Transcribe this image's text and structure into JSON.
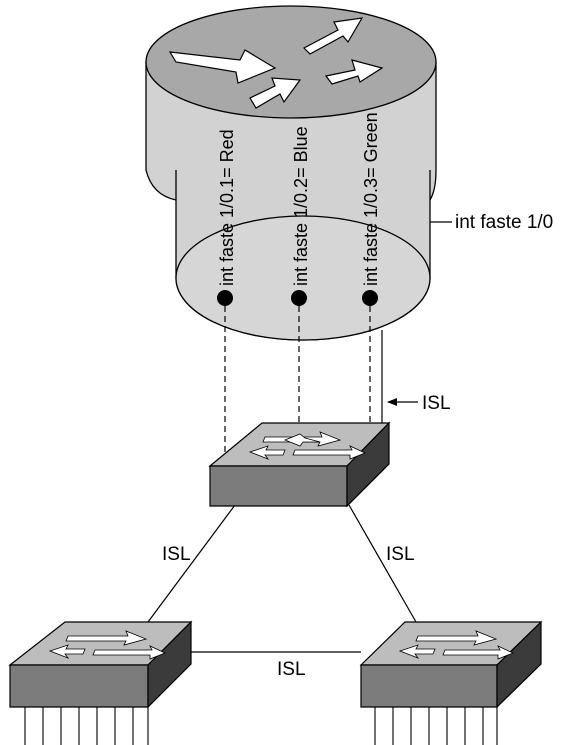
{
  "router": {
    "interface_label": "int faste 1/0",
    "subinterfaces": [
      {
        "label": "int faste 1/0.1= Red"
      },
      {
        "label": "int faste 1/0.2= Blue"
      },
      {
        "label": "int faste 1/0.3= Green"
      }
    ]
  },
  "links": {
    "router_trunk": "ISL",
    "left_trunk": "ISL",
    "right_trunk": "ISL",
    "bottom_trunk": "ISL"
  }
}
